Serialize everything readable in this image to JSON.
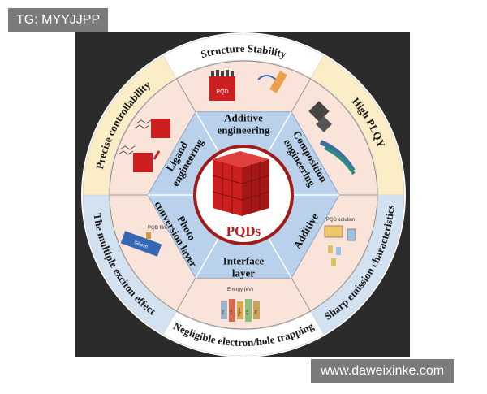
{
  "watermarks": {
    "top_left": "TG: MYYJJPP",
    "bottom_right": "www.daweixinke.com"
  },
  "center": {
    "label": "PQDs"
  },
  "hexagon_sections": [
    {
      "lines": [
        "Additive",
        "engineering"
      ]
    },
    {
      "lines": [
        "Composition",
        "engineering"
      ]
    },
    {
      "lines": [
        "Additive"
      ]
    },
    {
      "lines": [
        "Interface",
        "layer"
      ]
    },
    {
      "lines": [
        "Photo",
        "conversion layer"
      ]
    },
    {
      "lines": [
        "Ligand",
        "engineering"
      ]
    }
  ],
  "outer_ring_labels": [
    "Structure Stability",
    "High PLQY",
    "Sharp emission characteristics",
    "Negligible electron/hole trapping",
    "The multiple exciton effect",
    "Precise controllability"
  ],
  "illustration_labels": {
    "pqd": "PQD",
    "pqd_solution": "PQD solution",
    "pqd_film": "PQD film",
    "silicon": "Silicon",
    "energy": "Energy (eV)",
    "layers": [
      "ITO",
      "HTL",
      "PQDs",
      "ETL",
      "Ag"
    ]
  },
  "colors": {
    "background_dark": "#2b2b2b",
    "outer_ring": "#ffffff",
    "ring_yellow": "#fbeec7",
    "ring_blue": "#d3e2f1",
    "middle_fill": "#fae3d9",
    "hex_fill": "#b9d1ea",
    "cube_red": "#cc1f1f",
    "center_ring": "#a11b1b"
  }
}
